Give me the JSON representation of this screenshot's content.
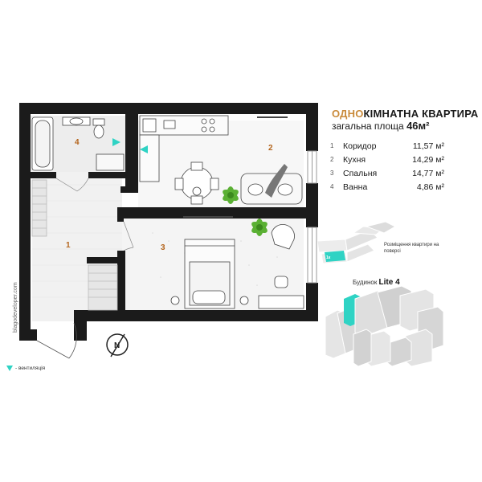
{
  "header": {
    "title_accent": "ОДНО",
    "title_rest": "КІМНАТНА КВАРТИРА",
    "subtitle_label": "загальна площа",
    "subtitle_value": "46м²"
  },
  "rooms": [
    {
      "num": "1",
      "name": "Коридор",
      "area": "11,57 м²"
    },
    {
      "num": "2",
      "name": "Кухня",
      "area": "14,29 м²"
    },
    {
      "num": "3",
      "name": "Спальня",
      "area": "14,77 м²"
    },
    {
      "num": "4",
      "name": "Ванна",
      "area": "4,86 м²"
    }
  ],
  "floor_labels": {
    "corridor": "1",
    "kitchen": "2",
    "bedroom": "3",
    "bath": "4"
  },
  "floor_location_label": "Розміщення квартири на поверсі",
  "floor_stamp": "1к",
  "building_prefix": "Будинок",
  "building_name": "Lite 4",
  "legend_text": "- вентиляція",
  "website": "blagodeveloper.com",
  "compass_letter": "N",
  "colors": {
    "wall": "#1b1b1b",
    "accent": "#c98a3a",
    "vent": "#2fd3c4",
    "plant": "#5ab033"
  }
}
